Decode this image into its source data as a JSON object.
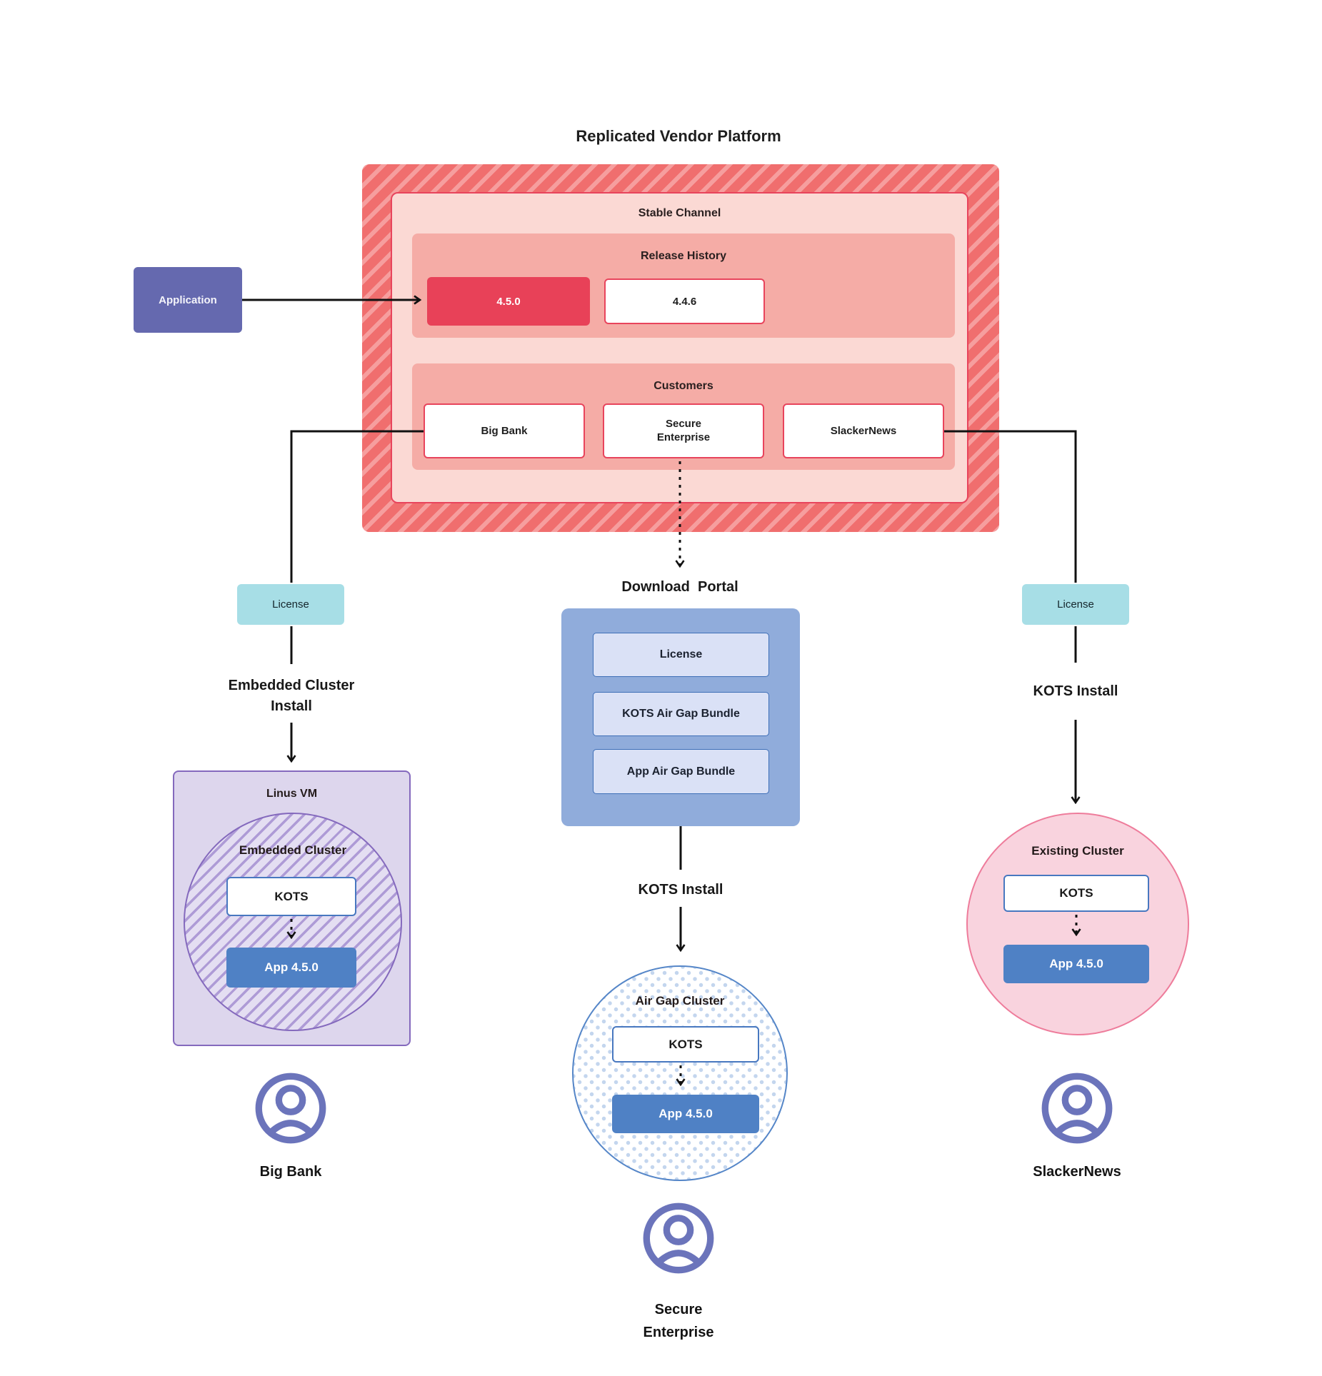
{
  "title": "Replicated Vendor Platform",
  "platform": {
    "stable_channel": {
      "label": "Stable Channel",
      "release_history": {
        "label": "Release History",
        "releases": [
          {
            "version": "4.5.0"
          },
          {
            "version": "4.4.6"
          }
        ]
      },
      "customers": {
        "label": "Customers",
        "items": [
          "Big Bank",
          "Secure\nEnterprise",
          "SlackerNews"
        ]
      }
    }
  },
  "application": {
    "label": "Application"
  },
  "left_flow": {
    "license_label": "License",
    "install_label": "Embedded Cluster\nInstall",
    "vm_label": "Linus VM",
    "cluster_label": "Embedded Cluster",
    "kots_label": "KOTS",
    "app_label": "App 4.5.0",
    "user_label": "Big Bank"
  },
  "center_flow": {
    "portal_label": "Download  Portal",
    "items": [
      "License",
      "KOTS Air Gap Bundle",
      "App Air Gap Bundle"
    ],
    "install_label": "KOTS Install",
    "cluster_label": "Air Gap Cluster",
    "kots_label": "KOTS",
    "app_label": "App 4.5.0",
    "user_label": "Secure\nEnterprise"
  },
  "right_flow": {
    "license_label": "License",
    "install_label": "KOTS Install",
    "cluster_label": "Existing Cluster",
    "kots_label": "KOTS",
    "app_label": "App 4.5.0",
    "user_label": "SlackerNews"
  },
  "colors": {
    "red-base": "#F06E6E",
    "red-stripe": "#F69E9E",
    "red-accent": "#E8445C",
    "pink-light": "#FBD9D4",
    "pink-mid": "#F5ACA6",
    "red-release": "#E84158",
    "purple-app": "#6569AF",
    "teal": "#A7DEE6",
    "blue-portal": "#90ACDB",
    "blue-item-bg": "#DAE1F6",
    "blue-border": "#3E6FB7",
    "blue-app": "#4F81C5",
    "kots-border": "#4878C0",
    "lav-bg": "#DDD6ED",
    "lav-border": "#8469BD",
    "lav-hatch": "#AE9BD6",
    "pinkc-bg": "#F9D3DE",
    "pinkc-border": "#EE7C9B",
    "airgap-border": "#5586C8",
    "airgap-dot": "#C4D6EE",
    "user-icon": "#6B74BB",
    "ink": "#111111"
  }
}
